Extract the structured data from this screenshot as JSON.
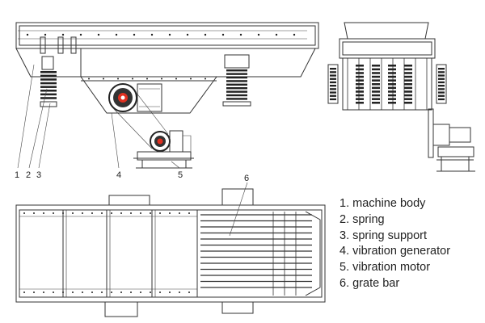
{
  "callouts": [
    "1",
    "2",
    "3",
    "4",
    "5",
    "6"
  ],
  "legend": [
    "1. machine body",
    "2. spring",
    "3. spring support",
    "4. vibration generator",
    "5. vibration motor",
    "6. grate bar"
  ],
  "colors": {
    "line": "#333333",
    "accent": "#e03020",
    "background": "#ffffff"
  }
}
